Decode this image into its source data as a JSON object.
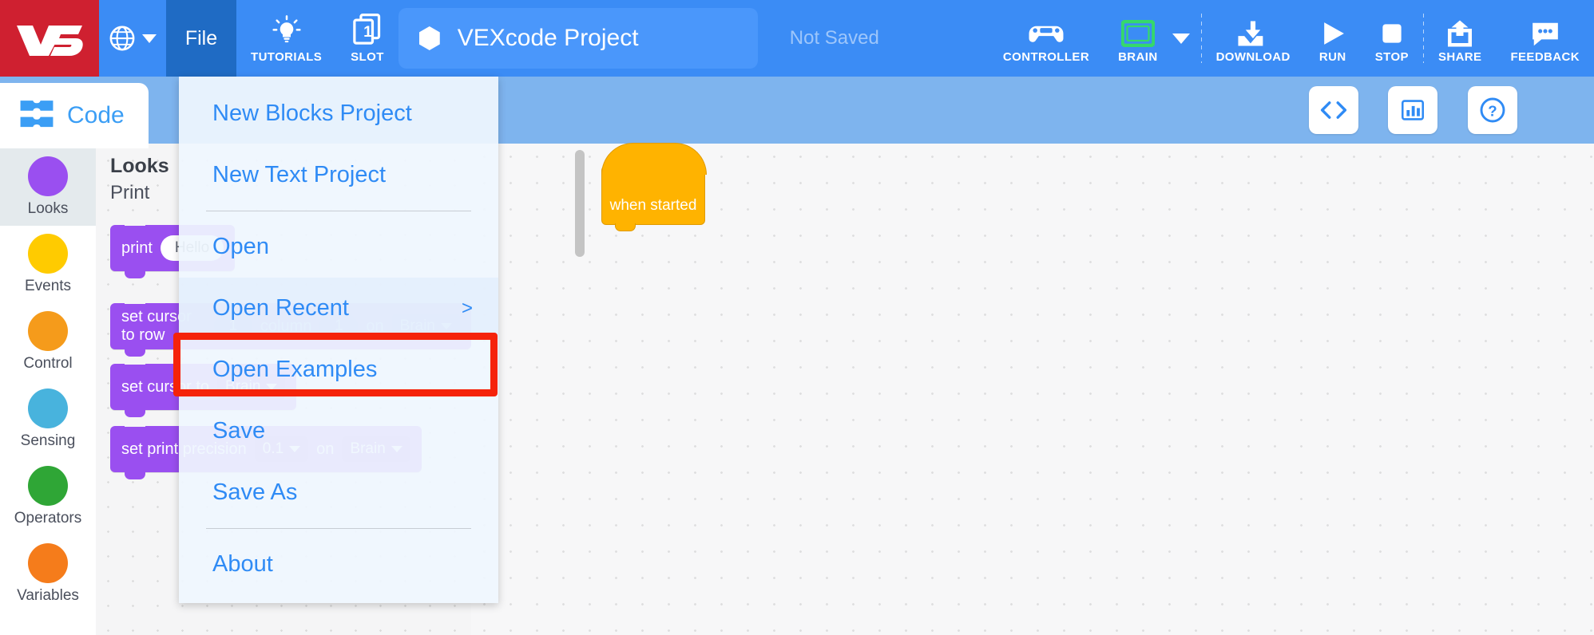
{
  "toolbar": {
    "logo_text": "V5",
    "language_icon": "globe-icon",
    "file_label": "File",
    "tutorials_label": "TUTORIALS",
    "slot_label": "SLOT",
    "slot_number": "1",
    "project_name": "VEXcode Project",
    "save_status": "Not Saved",
    "controller_label": "CONTROLLER",
    "brain_label": "BRAIN",
    "download_label": "DOWNLOAD",
    "run_label": "RUN",
    "stop_label": "STOP",
    "share_label": "SHARE",
    "feedback_label": "FEEDBACK"
  },
  "subbar": {
    "code_tab_label": "Code",
    "buttons": [
      {
        "name": "view-code-button",
        "icon": "code-brackets-icon"
      },
      {
        "name": "monitor-button",
        "icon": "bar-chart-icon"
      },
      {
        "name": "help-button",
        "icon": "question-mark-icon"
      }
    ]
  },
  "sidebar": {
    "items": [
      {
        "label": "Looks",
        "color": "#9a4ff0",
        "active": true
      },
      {
        "label": "Events",
        "color": "#ffcb00",
        "active": false
      },
      {
        "label": "Control",
        "color": "#f59b1b",
        "active": false
      },
      {
        "label": "Sensing",
        "color": "#48b3dd",
        "active": false
      },
      {
        "label": "Operators",
        "color": "#2fa636",
        "active": false
      },
      {
        "label": "Variables",
        "color": "#f57c1b",
        "active": false
      }
    ]
  },
  "palette": {
    "category_title": "Looks",
    "section_label": "Print",
    "blocks": [
      {
        "label": "print",
        "value": "Hello",
        "trailing": ""
      },
      {
        "label": "set cursor to row",
        "value": "1",
        "mid": "column",
        "value2": "1",
        "on": "on",
        "target": "Brain"
      },
      {
        "label": "set cursor to",
        "value": "",
        "target": "Brain"
      },
      {
        "label": "set print precision",
        "value": "0.1",
        "on": "on",
        "target": "Brain"
      }
    ]
  },
  "workspace": {
    "hat_block_label": "when started"
  },
  "file_menu": {
    "items": [
      {
        "label": "New Blocks Project",
        "submenu": false,
        "hover": false,
        "sep_after": false
      },
      {
        "label": "New Text Project",
        "submenu": false,
        "hover": false,
        "sep_after": true
      },
      {
        "label": "Open",
        "submenu": false,
        "hover": false,
        "sep_after": false
      },
      {
        "label": "Open Recent",
        "submenu": true,
        "hover": true,
        "sep_after": false
      },
      {
        "label": "Open Examples",
        "submenu": false,
        "hover": false,
        "sep_after": false
      },
      {
        "label": "Save",
        "submenu": false,
        "hover": false,
        "sep_after": false
      },
      {
        "label": "Save As",
        "submenu": false,
        "hover": false,
        "sep_after": true
      },
      {
        "label": "About",
        "submenu": false,
        "hover": false,
        "sep_after": false
      }
    ],
    "submenu_arrow": ">",
    "highlighted_item": "Open Examples",
    "highlight_color": "#f5230a"
  },
  "colors": {
    "toolbar_blue": "#3b8cf5",
    "logo_red": "#cf2030",
    "subbar_blue": "#7eb4ee",
    "menu_text_blue": "#2f8bf5",
    "block_purple": "#9a4ff0",
    "hat_yellow": "#ffb300"
  }
}
